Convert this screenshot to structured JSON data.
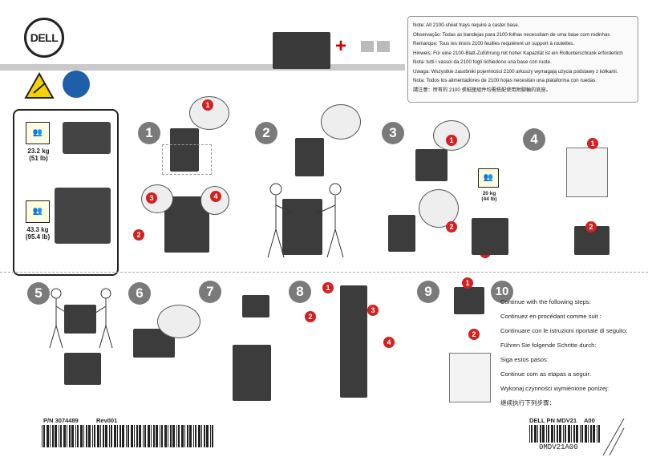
{
  "brand": {
    "logo_text": "DELL"
  },
  "note_lines": [
    "Note: All 2100-sheet trays require a caster base.",
    "Observação: Todas as bandejas para 2100 folhas necessitam de uma base com rodinhas",
    "Remarque: Tous les tiroirs 2100 feuilles requièrent un support à roulettes.",
    "Hinweis: Für eine 2100-Blatt-Zuführung mit hoher Kapazität ist ein Rollunterschrank erforderlich",
    "Nota: tutti i vassoi da 2100 fogli richiedono una base con ruote.",
    "Uwaga: Wszystkie zasobniki pojemności 2100 arkuszy wymagają użycia podstawy z kółkami.",
    "Nota: Todos los alimentadores de 2100 hojas necesitan una plataforma con ruedas.",
    "請注意：所有的 2100 張紙匣組件均需搭配使用附腳輪的底座。"
  ],
  "weights": {
    "small": {
      "kg": "23.2 kg",
      "lb": "(51 lb)"
    },
    "large": {
      "kg": "43.3 kg",
      "lb": "(95.4 lb)"
    },
    "tray": {
      "kg": "20 kg",
      "lb": "(44 lb)"
    }
  },
  "steps": [
    "1",
    "2",
    "3",
    "4",
    "5",
    "6",
    "7",
    "8",
    "9",
    "10"
  ],
  "callouts": [
    "1",
    "2",
    "3",
    "4"
  ],
  "instructions": [
    "Continue with the following steps:",
    "Continuez en procédant comme suit :",
    "Continuare con le istruzioni riportate di seguito:",
    "Führen Sie folgende Schritte durch:",
    "Siga estos pasos:",
    "Continue com as etapas a seguir:",
    "Wykonaj czynności wymienione poniżej:",
    "继续执行下列步骤："
  ],
  "footer": {
    "pn_left": "P/N 3074489",
    "rev": "Rev001",
    "pn_right": "DELL PN MDV21",
    "rev_right": "A00",
    "barcode_text": "0MDV21A00"
  },
  "colors": {
    "accent": "#d32020",
    "step_gray": "#7a7a7a",
    "info_blue": "#1d5fa8"
  }
}
